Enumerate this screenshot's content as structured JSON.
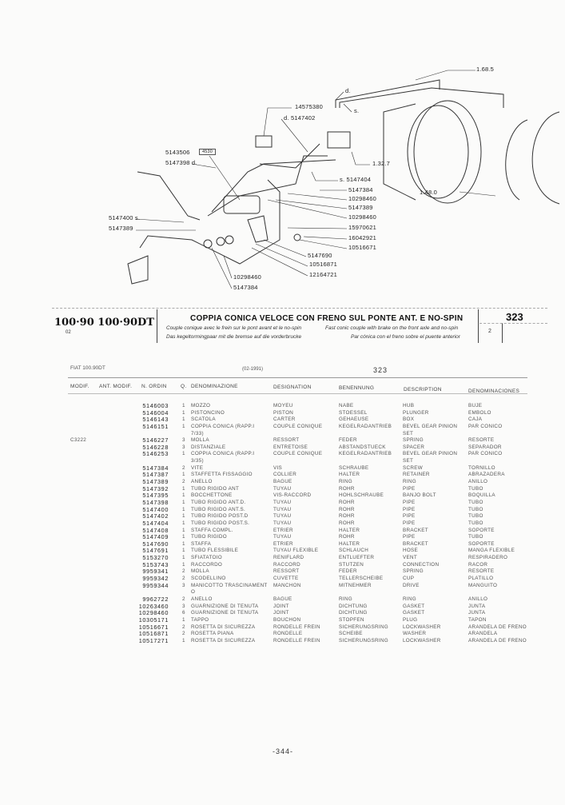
{
  "diagram": {
    "labels": [
      "1.68.5",
      "d.",
      "s.",
      "14575380",
      "d.  5147402",
      "5143506",
      "4530",
      "5147398 d.",
      "s. 5147404",
      "5147384",
      "10298460",
      "5147389",
      "10298460",
      "15970621",
      "16042921",
      "10516671",
      "1.32.7",
      "1.48.0",
      "5147400 s.",
      "5147389",
      "5147690",
      "10516871",
      "12164721",
      "10298460",
      "5147384"
    ]
  },
  "header": {
    "models": "100·90 100·90DT",
    "variant": "02",
    "title": "COPPIA CONICA VELOCE CON FRENO SUL PONTE ANT. E NO-SPIN",
    "fr": "Couple conique avec le frein sur le pont avant et le no-spin",
    "en": "Fast conic couple with brake on the front axle and no-spin",
    "de": "Das kegeltormingpaar mit die bremse auf die vorderbrucke",
    "es": "Par cónica con el freno sobre el puente anterior",
    "group": "323",
    "sub": "2"
  },
  "list": {
    "model": "FIAT 100.90DT",
    "date": "(02-1991)",
    "group": "323"
  },
  "columns": [
    "MODIF.",
    "ANT. MODIF.",
    "N. ORDIN",
    "Q.",
    "DENOMINAZIONE",
    "DESIGNATION",
    "BENENNUNG",
    "DESCRIPTION",
    "DENOMINACIONES"
  ],
  "rows": [
    [
      "",
      "5146003",
      "1",
      "MOZZO",
      "MOYEU",
      "NABE",
      "HUB",
      "BUJE"
    ],
    [
      "",
      "5146004",
      "1",
      "PISTONCINO",
      "PISTON",
      "STOESSEL",
      "PLUNGER",
      "EMBOLO"
    ],
    [
      "",
      "5146143",
      "1",
      "SCATOLA",
      "CARTER",
      "GEHAEUSE",
      "BOX",
      "CAJA"
    ],
    [
      "",
      "5146151",
      "1",
      "COPPIA CONICA (RAPP.I",
      "COUPLE CONIQUE",
      "KEGELRADANTRIEB",
      "BEVEL GEAR PINION",
      "PAR CONICO"
    ],
    [
      "",
      "",
      "",
      "7/33)",
      "",
      "",
      "SET",
      ""
    ],
    [
      "C3222",
      "5146227",
      "3",
      "MOLLA",
      "RESSORT",
      "FEDER",
      "SPRING",
      "RESORTE"
    ],
    [
      "",
      "5146228",
      "3",
      "DISTANZIALE",
      "ENTRETOISE",
      "ABSTANDSTUECK",
      "SPACER",
      "SEPARADOR"
    ],
    [
      "",
      "5146253",
      "1",
      "COPPIA CONICA (RAPP.I",
      "COUPLE CONIQUE",
      "KEGELRADANTRIEB",
      "BEVEL GEAR PINION",
      "PAR CONICO"
    ],
    [
      "",
      "",
      "",
      "3/35)",
      "",
      "",
      "SET",
      ""
    ],
    [
      "",
      "5147384",
      "2",
      "VITE",
      "VIS",
      "SCHRAUBE",
      "SCREW",
      "TORNILLO"
    ],
    [
      "",
      "5147387",
      "1",
      "STAFFETTA FISSAGGIO",
      "COLLIER",
      "HALTER",
      "RETAINER",
      "ABRAZADERA"
    ],
    [
      "",
      "5147389",
      "2",
      "ANELLO",
      "BAGUE",
      "RING",
      "RING",
      "ANILLO"
    ],
    [
      "",
      "5147392",
      "1",
      "TUBO RIGIDO ANT",
      "TUYAU",
      "ROHR",
      "PIPE",
      "TUBO"
    ],
    [
      "",
      "5147395",
      "1",
      "BOCCHETTONE",
      "VIS-RACCORD",
      "HOHLSCHRAUBE",
      "BANJO BOLT",
      "BOQUILLA"
    ],
    [
      "",
      "5147398",
      "1",
      "TUBO RIGIDO ANT.D.",
      "TUYAU",
      "ROHR",
      "PIPE",
      "TUBO"
    ],
    [
      "",
      "5147400",
      "1",
      "TUBO RIGIDO ANT.S.",
      "TUYAU",
      "ROHR",
      "PIPE",
      "TUBO"
    ],
    [
      "",
      "5147402",
      "1",
      "TUBO RIGIDO POST.D",
      "TUYAU",
      "ROHR",
      "PIPE",
      "TUBO"
    ],
    [
      "",
      "5147404",
      "1",
      "TUBO RIGIDO POST.S.",
      "TUYAU",
      "ROHR",
      "PIPE",
      "TUBO"
    ],
    [
      "",
      "5147408",
      "1",
      "STAFFA COMPL.",
      "ETRIER",
      "HALTER",
      "BRACKET",
      "SOPORTE"
    ],
    [
      "",
      "5147409",
      "1",
      "TUBO RIGIDO",
      "TUYAU",
      "ROHR",
      "PIPE",
      "TUBO"
    ],
    [
      "",
      "5147690",
      "1",
      "STAFFA",
      "ETRIER",
      "HALTER",
      "BRACKET",
      "SOPORTE"
    ],
    [
      "",
      "5147691",
      "1",
      "TUBO FLESSIBILE",
      "TUYAU FLEXIBLE",
      "SCHLAUCH",
      "HOSE",
      "MANGA FLEXIBLE"
    ],
    [
      "",
      "5153270",
      "1",
      "SFIATATOIO",
      "RENIFLARD",
      "ENTLUEFTER",
      "VENT",
      "RESPIRADERO"
    ],
    [
      "",
      "5153743",
      "1",
      "RACCORDO",
      "RACCORD",
      "STUTZEN",
      "CONNECTION",
      "RACOR"
    ],
    [
      "",
      "9959341",
      "2",
      "MOLLA",
      "RESSORT",
      "FEDER",
      "SPRING",
      "RESORTE"
    ],
    [
      "",
      "9959342",
      "2",
      "SCODELLINO",
      "CUVETTE",
      "TELLERSCHEIBE",
      "CUP",
      "PLATILLO"
    ],
    [
      "",
      "9959344",
      "3",
      "MANICOTTO TRASCINAMENT",
      "MANCHON",
      "MITNEHMER",
      "DRIVE",
      "MANGUITO"
    ],
    [
      "",
      "",
      "",
      "O",
      "",
      "",
      "",
      ""
    ],
    [
      "",
      "9962722",
      "2",
      "ANELLO",
      "BAGUE",
      "RING",
      "RING",
      "ANILLO"
    ],
    [
      "",
      "10263460",
      "3",
      "GUARNIZIONE DI TENUTA",
      "JOINT",
      "DICHTUNG",
      "GASKET",
      "JUNTA"
    ],
    [
      "",
      "10298460",
      "6",
      "GUARNIZIONE DI TENUTA",
      "JOINT",
      "DICHTUNG",
      "GASKET",
      "JUNTA"
    ],
    [
      "",
      "10305171",
      "1",
      "TAPPO",
      "BOUCHON",
      "STOPFEN",
      "PLUG",
      "TAPON"
    ],
    [
      "",
      "10516671",
      "2",
      "ROSETTA DI SICUREZZA",
      "RONDELLE FREIN",
      "SICHERUNGSRING",
      "LOCKWASHER",
      "ARANDELA DE FRENO"
    ],
    [
      "",
      "10516871",
      "2",
      "ROSETTA PIANA",
      "RONDELLE",
      "SCHEIBE",
      "WASHER",
      "ARANDELA"
    ],
    [
      "",
      "10517271",
      "1",
      "ROSETTA DI SICUREZZA",
      "RONDELLE FREIN",
      "SICHERUNGSRING",
      "LOCKWASHER",
      "ARANDELA DE FRENO"
    ]
  ],
  "footer": {
    "page": "-344-"
  }
}
